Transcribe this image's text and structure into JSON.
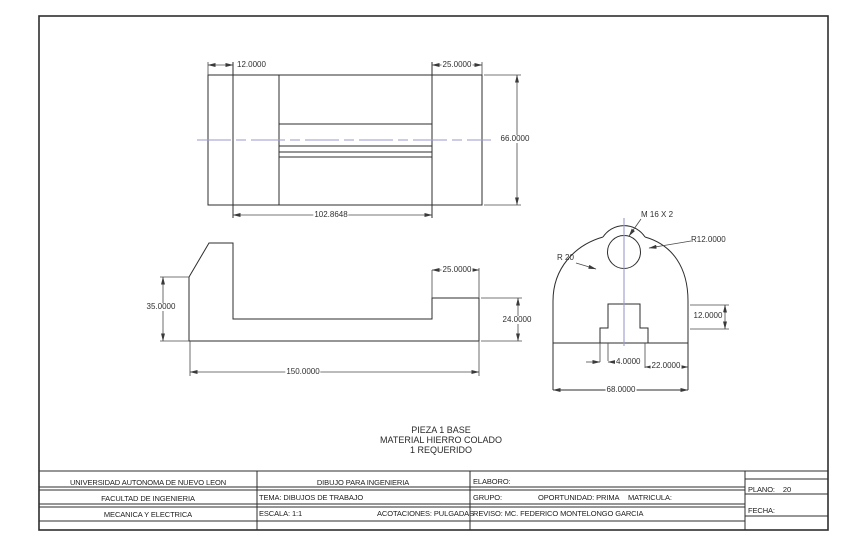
{
  "drawing": {
    "caption": {
      "line1": "PIEZA 1 BASE",
      "line2": "MATERIAL HIERRO COLADO",
      "line3": "1 REQUERIDO"
    },
    "top_view": {
      "dim_left_width": "12.0000",
      "dim_right_width": "25.0000",
      "dim_height": "66.0000",
      "dim_span": "102.8648"
    },
    "front_view": {
      "dim_left_height": "35.0000",
      "dim_step_width": "25.0000",
      "dim_right_height": "24.0000",
      "dim_length": "150.0000"
    },
    "side_view": {
      "thread_callout": "M 16 X 2",
      "boss_radius": "R12.0000",
      "fillet_radius": "R 20",
      "dim_rib_height": "12.0000",
      "dim_slot_offset": "4.0000",
      "dim_shoulder": "22.0000",
      "dim_width": "68.0000"
    }
  },
  "title_block": {
    "university": "UNIVERSIDAD AUTONOMA DE NUEVO LEON",
    "faculty": "FACULTAD DE INGENIERIA",
    "department": "MECANICA Y ELECTRICA",
    "course": "DIBUJO PARA INGENIERIA",
    "tema": "TEMA: DIBUJOS DE TRABAJO",
    "escala": "ESCALA: 1:1",
    "acotaciones": "ACOTACIONES: PULGADAS",
    "elaboro": "ELABORO:",
    "grupo": "GRUPO:",
    "oportunidad": "OPORTUNIDAD: PRIMA",
    "matricula": "MATRICULA:",
    "reviso": "REVISO: MC. FEDERICO MONTELONGO GARCIA",
    "plano_label": "PLANO:",
    "plano_value": "20",
    "fecha": "FECHA:"
  },
  "colors": {
    "line": "#2e2e2e",
    "dimension": "#4a4a4a",
    "centerline": "#9a9ad2",
    "background": "#ffffff"
  }
}
